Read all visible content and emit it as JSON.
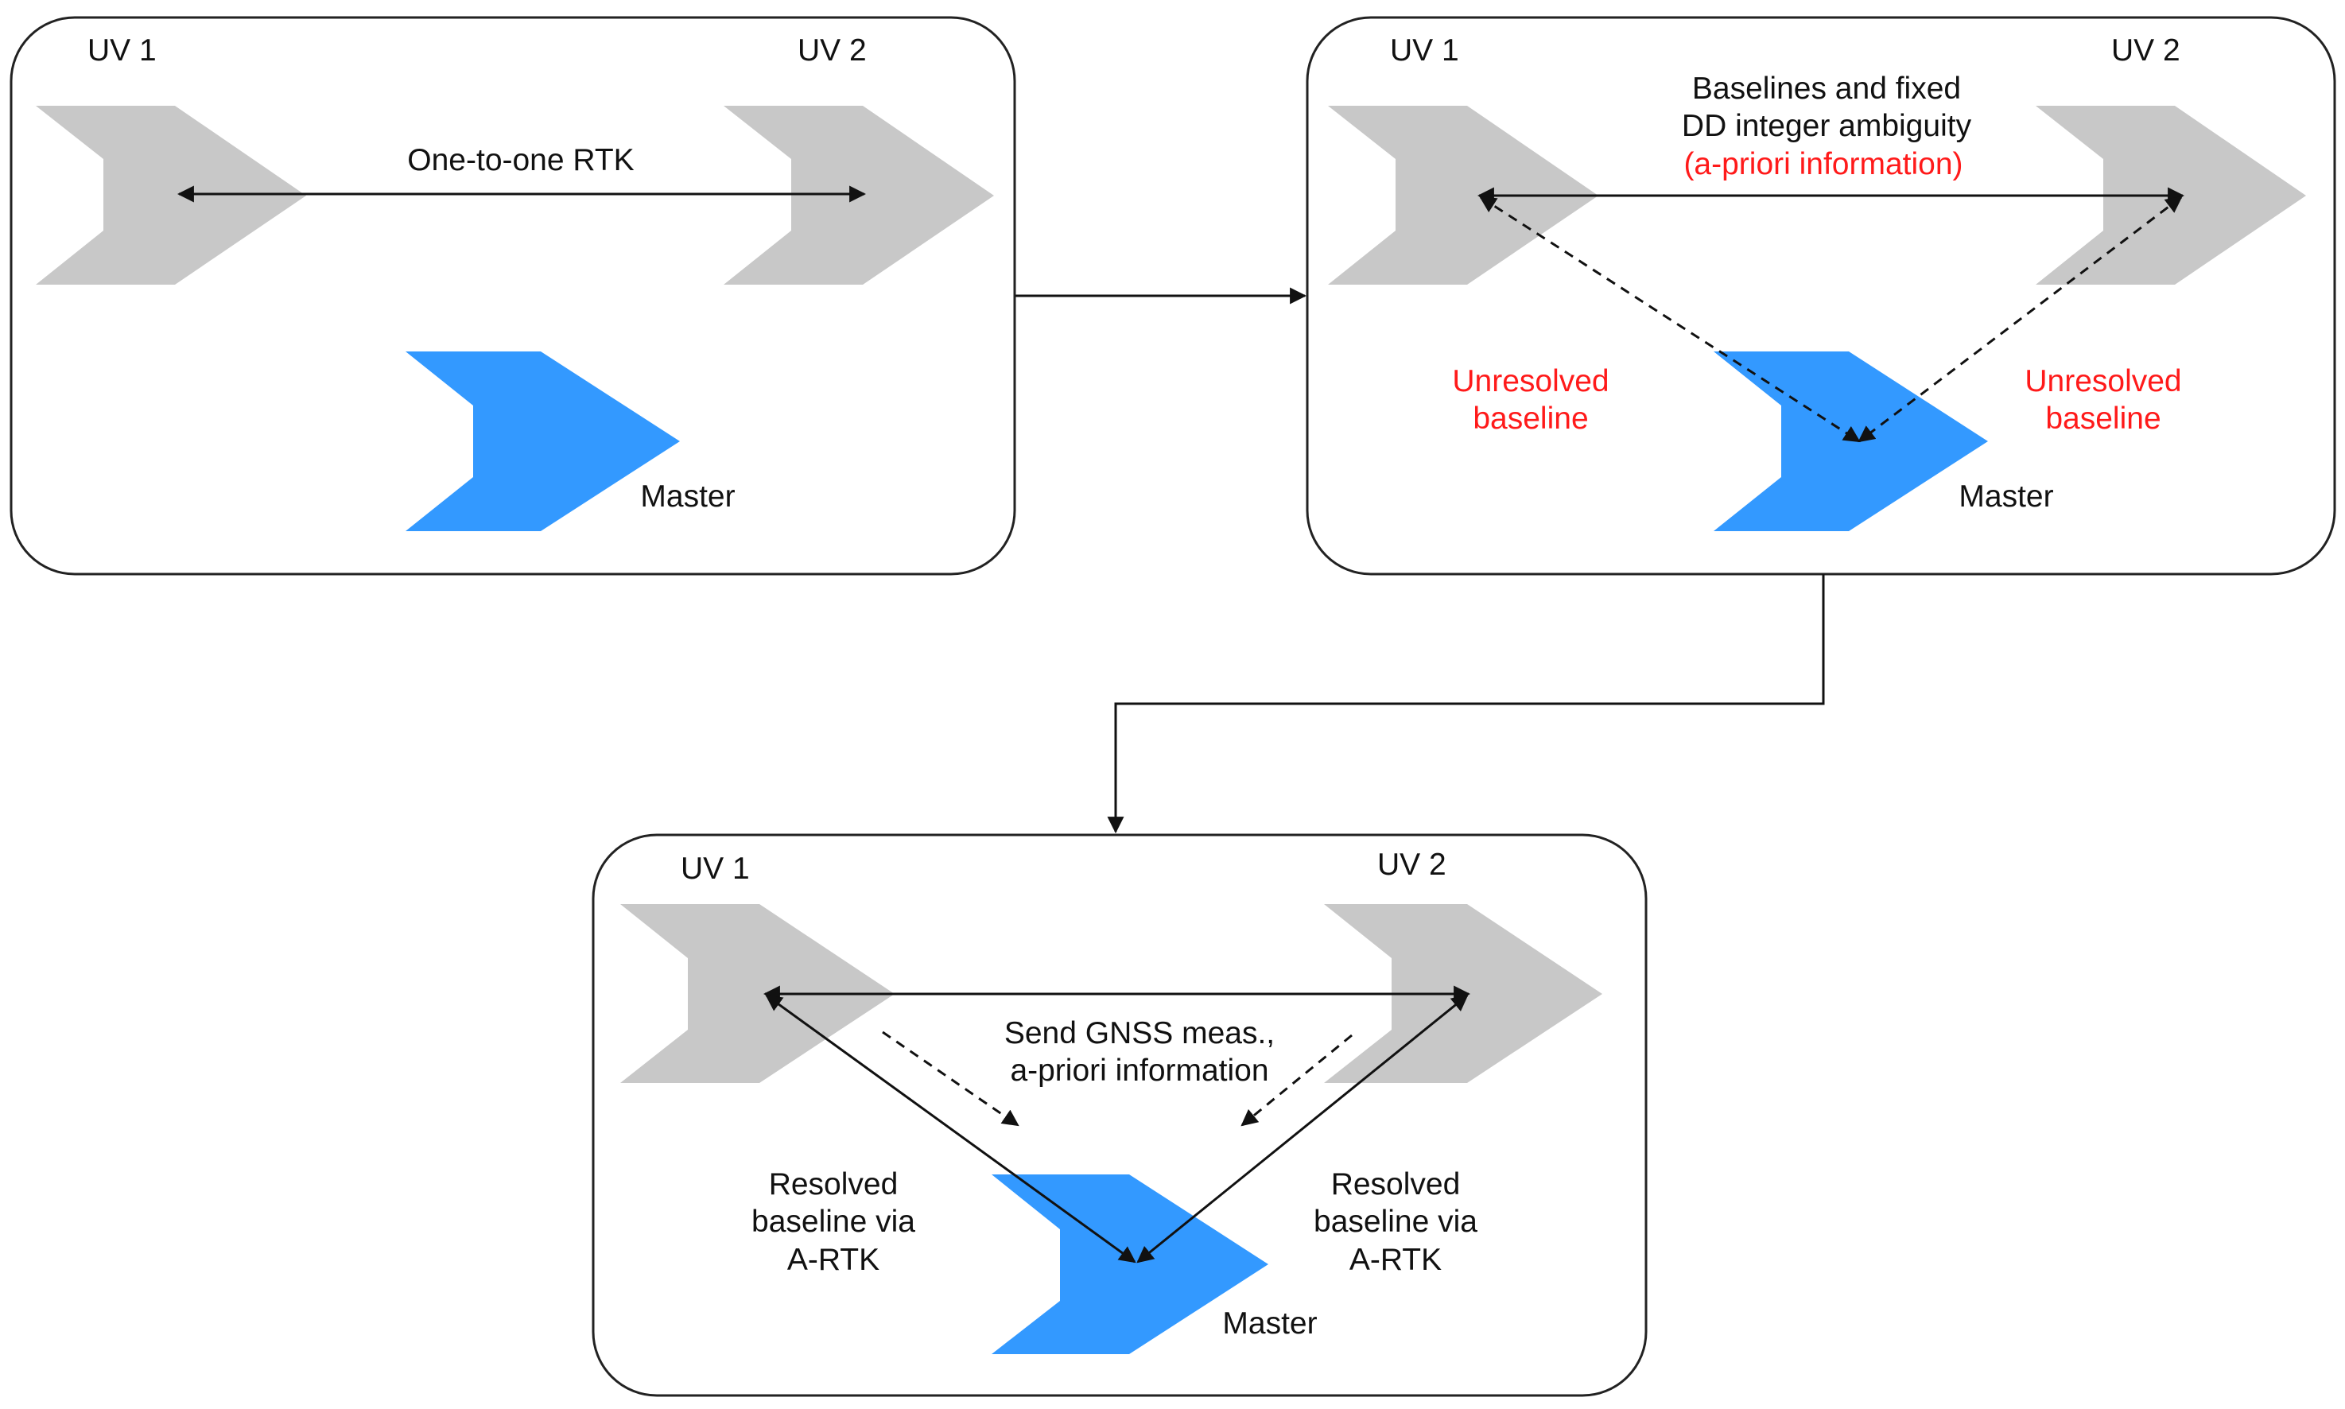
{
  "colors": {
    "uv": "#c8c8c8",
    "master": "#3399ff",
    "highlight": "#ff1a1a"
  },
  "panel1": {
    "uv1": "UV 1",
    "uv2": "UV 2",
    "link": "One-to-one RTK",
    "master": "Master"
  },
  "panel2": {
    "uv1": "UV 1",
    "uv2": "UV 2",
    "link_line1": "Baselines and fixed",
    "link_line2": "DD integer ambiguity",
    "link_line3": "(a-priori information)",
    "left_line1": "Unresolved",
    "left_line2": "baseline",
    "right_line1": "Unresolved",
    "right_line2": "baseline",
    "master": "Master"
  },
  "panel3": {
    "uv1": "UV 1",
    "uv2": "UV 2",
    "send_line1": "Send GNSS meas.,",
    "send_line2": "a-priori information",
    "left_line1": "Resolved",
    "left_line2": "baseline via",
    "left_line3": "A-RTK",
    "right_line1": "Resolved",
    "right_line2": "baseline via",
    "right_line3": "A-RTK",
    "master": "Master"
  }
}
